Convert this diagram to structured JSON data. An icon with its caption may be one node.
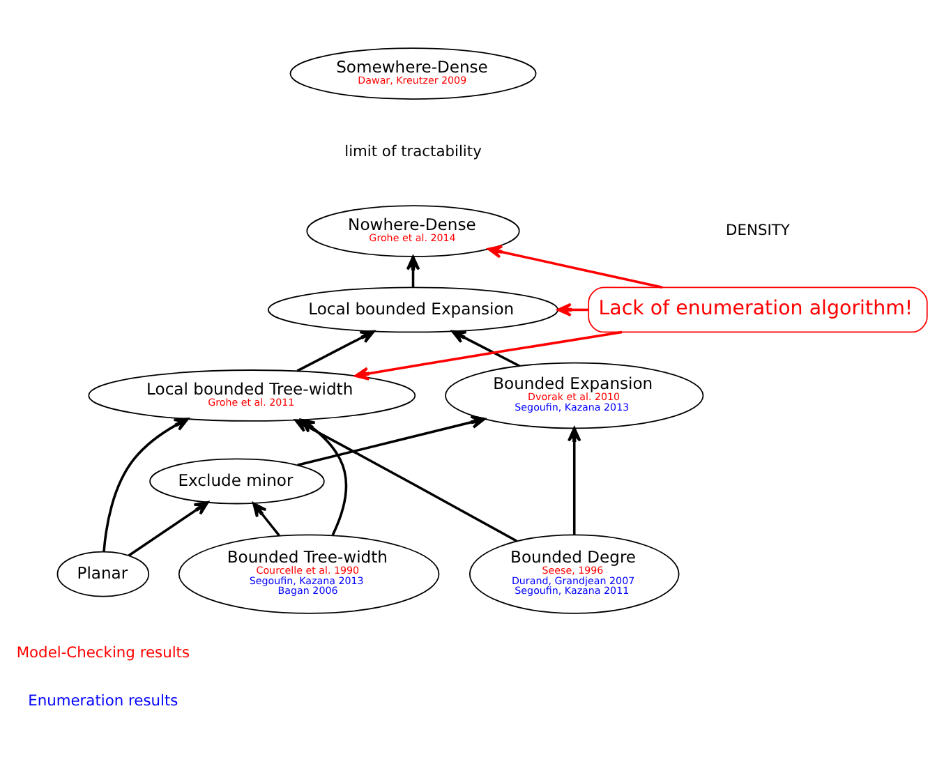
{
  "diagram": {
    "nodes": [
      {
        "text": [
          "Somewhere-Dense",
          "Dawar, Kreutzer 2009"
        ]
      },
      {
        "text": [
          "Nowhere-Dense",
          "Grohe et al. 2014"
        ]
      },
      {
        "text": [
          "Local bounded Expansion"
        ]
      },
      {
        "text": [
          "Local bounded Tree-width",
          "Grohe et al. 2011"
        ]
      },
      {
        "text": [
          "Bounded Expansion",
          "Dvorak et al. 2010",
          "Segoufin, Kazana 2013"
        ]
      },
      {
        "text": [
          "Exclude minor"
        ]
      },
      {
        "text": [
          "Bounded Tree-width",
          "Courcelle et al. 1990",
          "Segoufin, Kazana 2013",
          "Bagan 2006"
        ]
      },
      {
        "text": [
          "Planar"
        ]
      },
      {
        "text": [
          "Bounded Degre",
          "Seese, 1996",
          "Durand, Grandjean 2007",
          "Segoufin, Kazana 2011"
        ]
      },
      {
        "text": [
          "Lack of enumeration algorithm!"
        ]
      }
    ],
    "edges": [
      {
        "from": 2,
        "to": 1,
        "arrow": "to"
      },
      {
        "from": 3,
        "to": 2,
        "arrow": "to"
      },
      {
        "from": 4,
        "to": 2,
        "arrow": "to"
      },
      {
        "from": 5,
        "to": 4,
        "arrow": "to"
      },
      {
        "from": 6,
        "to": 3,
        "arrow": "to"
      },
      {
        "from": 6,
        "to": 5,
        "arrow": "to"
      },
      {
        "from": 7,
        "to": 3,
        "arrow": "to"
      },
      {
        "from": 7,
        "to": 5,
        "arrow": "to"
      },
      {
        "from": 8,
        "to": 4,
        "arrow": "to"
      },
      {
        "from": 8,
        "to": 3,
        "arrow": "to"
      },
      {
        "from": 9,
        "to": 1,
        "arrow": "to",
        "color": "#ff0000"
      },
      {
        "from": 9,
        "to": 2,
        "arrow": "to",
        "color": "#ff0000"
      },
      {
        "from": 9,
        "to": 3,
        "arrow": "to",
        "color": "#ff0000"
      }
    ],
    "labels": [
      "limit of tractability",
      "DENSITY"
    ],
    "legend": [
      {
        "text": "Model-Checking results",
        "color": "#ff0000"
      },
      {
        "text": "Enumeration results",
        "color": "#0000ff"
      }
    ]
  }
}
